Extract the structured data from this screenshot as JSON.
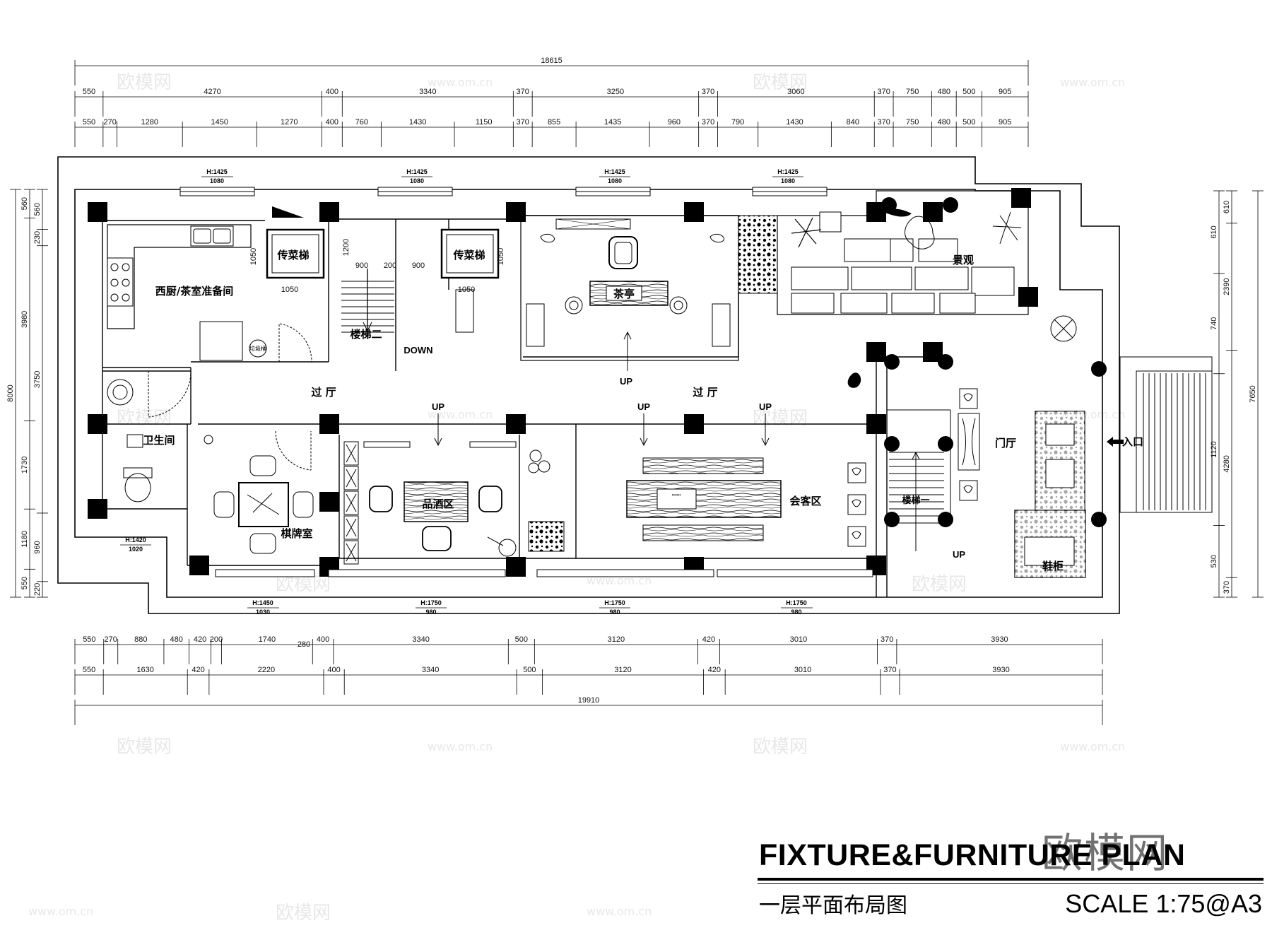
{
  "plan": {
    "title": "FIXTURE&FURNITURE PLAN",
    "subtitle": "一层平面布局图",
    "scale": "SCALE  1:75@A3"
  },
  "watermark": {
    "brand": "欧模网",
    "url": "www.om.cn"
  },
  "dimensions": {
    "top_overall": "18615",
    "top_row1": [
      "550",
      "4270",
      "400",
      "3340",
      "370",
      "3250",
      "370",
      "3060",
      "370",
      "750",
      "480",
      "500",
      "905"
    ],
    "top_row2": [
      "550",
      "270",
      "1280",
      "1450",
      "1270",
      "400",
      "760",
      "1430",
      "1150",
      "370",
      "855",
      "1435",
      "960",
      "370",
      "790",
      "1430",
      "840",
      "370",
      "750",
      "480",
      "500",
      "905"
    ],
    "bottom_row1": [
      "550",
      "270",
      "880",
      "480",
      "420",
      "200",
      "1740",
      "400",
      "3340",
      "500",
      "3120",
      "420",
      "3010",
      "370",
      "3930"
    ],
    "bottom_row1_extra": "280",
    "bottom_row2": [
      "550",
      "1630",
      "420",
      "2220",
      "400",
      "3340",
      "500",
      "3120",
      "420",
      "3010",
      "370",
      "3930"
    ],
    "bottom_overall": "19910",
    "left_overall": "8000",
    "left_row1": [
      "560",
      "3980",
      "1730",
      "1180",
      "550"
    ],
    "left_row2": [
      "560",
      "230",
      "3750",
      "960",
      "220"
    ],
    "right_overall": "7650",
    "right_row1": [
      "610",
      "2390",
      "4280",
      "370"
    ],
    "right_row2": [
      "610",
      "740",
      "1120",
      "530"
    ]
  },
  "windows": {
    "top": [
      {
        "h": "H:1425",
        "w": "1080"
      },
      {
        "h": "H:1425",
        "w": "1080"
      },
      {
        "h": "H:1425",
        "w": "1080"
      },
      {
        "h": "H:1425",
        "w": "1080"
      }
    ],
    "left_bottom": {
      "h": "H:1420",
      "w": "1020"
    },
    "bottom": [
      {
        "h": "H:1450",
        "w": "1030"
      },
      {
        "h": "H:1750",
        "w": "980"
      },
      {
        "h": "H:1750",
        "w": "980"
      },
      {
        "h": "H:1750",
        "w": "980"
      }
    ]
  },
  "rooms": {
    "kitchen": "西厨/茶室准备间",
    "dumbwaiter_1": "传菜梯",
    "dumbwaiter_2": "传菜梯",
    "dumb_1_w": "1050",
    "dumb_1_h": "1050",
    "dumb_2_w": "1050",
    "dumb_2_h": "1050",
    "stair2": "楼梯二",
    "stair2_dims": [
      "900",
      "200",
      "900"
    ],
    "stair2_h": "1200",
    "down": "DOWN",
    "tea_pavilion": "茶亭",
    "landscape": "景观",
    "hall_1": "过 厅",
    "hall_2": "过 厅",
    "toilet": "卫生间",
    "chess_room": "棋牌室",
    "wine_area": "品酒区",
    "reception": "会客区",
    "entry_hall": "门厅",
    "entrance": "入口",
    "stair1": "楼梯一",
    "trash": "垃圾桶",
    "shoe_cabinet": "鞋柜",
    "up_labels": [
      "UP",
      "UP",
      "UP",
      "UP",
      "UP"
    ]
  }
}
